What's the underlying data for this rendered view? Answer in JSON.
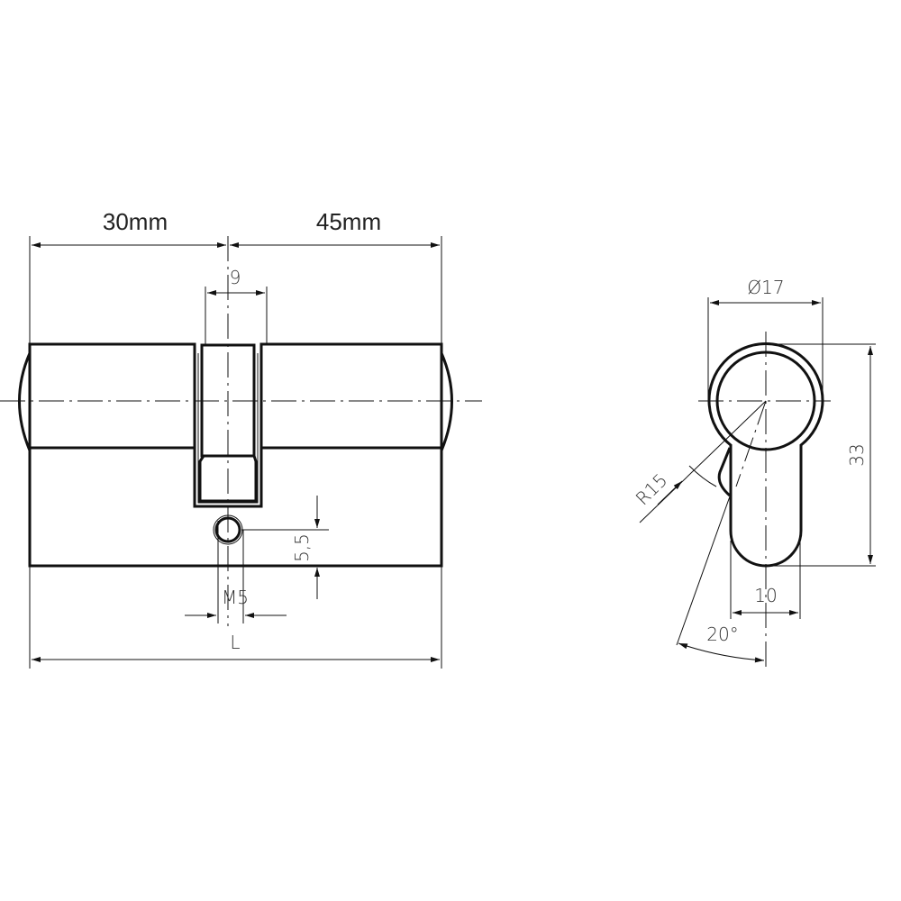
{
  "side_view": {
    "dim_left": "30mm",
    "dim_right": "45mm",
    "dim_cam": "9",
    "dim_screw": "M5",
    "dim_screw_offset": "5,5",
    "dim_length": "L"
  },
  "front_view": {
    "dim_diameter": "Ø17",
    "dim_height": "33",
    "dim_slot": "10",
    "dim_radius": "R15",
    "dim_angle": "20°"
  }
}
